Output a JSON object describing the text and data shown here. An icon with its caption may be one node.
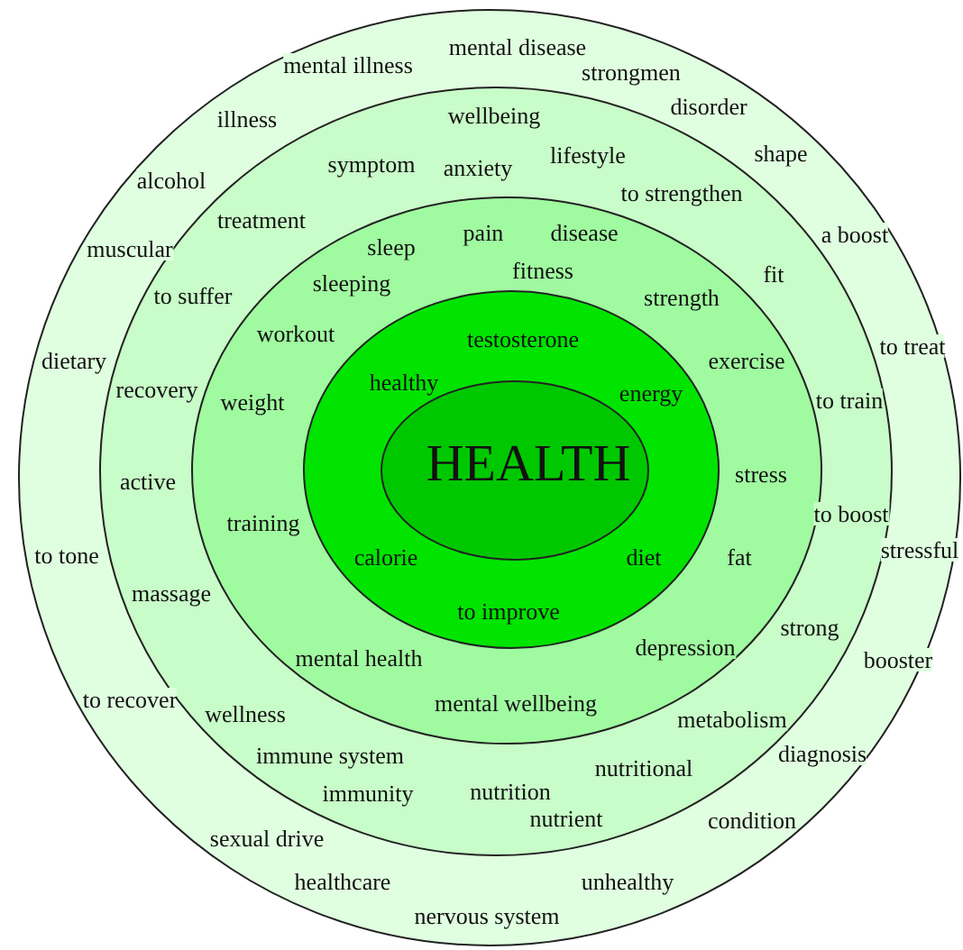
{
  "diagram": {
    "nodes": [
      {
        "text": [
          "mental disease",
          "mental illness",
          "strongmen",
          "disorder",
          "illness",
          "shape",
          "alcohol",
          "a boost",
          "muscular",
          "to treat",
          "dietary",
          "stressful",
          "to tone",
          "booster",
          "to recover",
          "diagnosis",
          "condition",
          "sexual drive",
          "healthcare",
          "unhealthy",
          "nervous system"
        ]
      },
      {
        "text": [
          "wellbeing",
          "lifestyle",
          "symptom",
          "anxiety",
          "to strengthen",
          "treatment",
          "fit",
          "to suffer",
          "recovery",
          "to train",
          "active",
          "to boost",
          "massage",
          "strong",
          "wellness",
          "metabolism",
          "immune system",
          "nutritional",
          "nutrition",
          "immunity",
          "nutrient"
        ],
        "in": 0
      },
      {
        "text": [
          "pain",
          "disease",
          "sleep",
          "fitness",
          "sleeping",
          "strength",
          "workout",
          "exercise",
          "weight",
          "stress",
          "training",
          "fat",
          "depression",
          "mental health",
          "mental wellbeing"
        ],
        "in": 1
      },
      {
        "text": [
          "testosterone",
          "healthy",
          "energy",
          "calorie",
          "diet",
          "to improve"
        ],
        "in": 2
      },
      {
        "text": [
          "HEALTH"
        ],
        "in": 3
      }
    ]
  }
}
